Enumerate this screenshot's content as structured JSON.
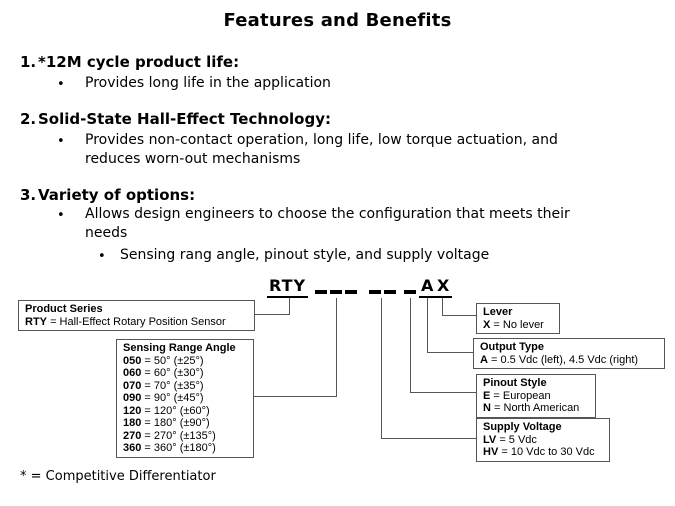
{
  "slide": {
    "title": "Features and Benefits",
    "bullet_char": "•",
    "features": [
      {
        "num": "1.",
        "heading": "*12M cycle product life:",
        "bullets": [
          {
            "lines": [
              "Provides long life in the application"
            ]
          }
        ]
      },
      {
        "num": "2.",
        "heading": "Solid-State Hall-Effect Technology:",
        "bullets": [
          {
            "lines": [
              "Provides non-contact operation, long life, low torque actuation, and",
              "reduces worn-out mechanisms"
            ]
          }
        ]
      },
      {
        "num": "3.",
        "heading": "Variety of options:",
        "bullets": [
          {
            "lines": [
              "Allows design engineers to choose the configuration that meets their",
              "needs"
            ],
            "sub_bullets": [
              {
                "lines": [
                  "Sensing rang angle, pinout style, and supply voltage"
                ]
              }
            ]
          }
        ]
      }
    ],
    "footnote": "* = Competitive Differentiator"
  },
  "diagram": {
    "part_number": {
      "prefix": "RTY",
      "dash_groups": [
        3,
        2,
        1
      ],
      "letters": [
        "A",
        "X"
      ]
    },
    "boxes": {
      "product_series": {
        "title": "Product Series",
        "entries": [
          {
            "code": "RTY",
            "text": "= Hall-Effect Rotary Position Sensor"
          }
        ]
      },
      "sensing_range": {
        "title": "Sensing Range Angle",
        "entries": [
          {
            "code": "050",
            "text": "= 50° (±25°)"
          },
          {
            "code": "060",
            "text": "= 60° (±30°)"
          },
          {
            "code": "070",
            "text": "= 70° (±35°)"
          },
          {
            "code": "090",
            "text": "= 90° (±45°)"
          },
          {
            "code": "120",
            "text": "= 120° (±60°)"
          },
          {
            "code": "180",
            "text": "= 180° (±90°)"
          },
          {
            "code": "270",
            "text": "= 270° (±135°)"
          },
          {
            "code": "360",
            "text": "= 360° (±180°)"
          }
        ]
      },
      "lever": {
        "title": "Lever",
        "entries": [
          {
            "code": "X",
            "text": "= No lever"
          }
        ]
      },
      "output_type": {
        "title": "Output Type",
        "entries": [
          {
            "code": "A",
            "text": "= 0.5 Vdc (left), 4.5 Vdc (right)"
          }
        ]
      },
      "pinout_style": {
        "title": "Pinout Style",
        "entries": [
          {
            "code": "E",
            "text": "= European"
          },
          {
            "code": "N",
            "text": "= North American"
          }
        ]
      },
      "supply_voltage": {
        "title": "Supply Voltage",
        "entries": [
          {
            "code": "LV",
            "text": "= 5 Vdc"
          },
          {
            "code": "HV",
            "text": "= 10 Vdc to 30 Vdc"
          }
        ]
      }
    }
  },
  "colors": {
    "background": "#ffffff",
    "text": "#000000",
    "line": "#555555"
  }
}
